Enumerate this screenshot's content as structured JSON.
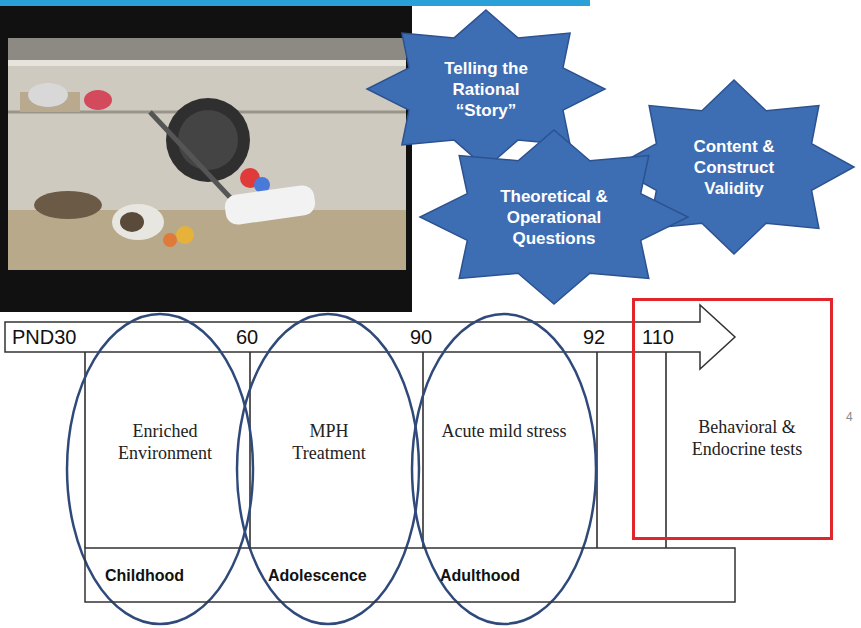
{
  "diagram": {
    "nodes": [
      {
        "text": [
          "Telling the Rational “Story”"
        ]
      },
      {
        "text": [
          "Content & Construct Validity"
        ]
      },
      {
        "text": [
          "Theoretical & Operational Questions"
        ]
      },
      {
        "text": [
          "PND30",
          "60",
          "90",
          "92",
          "110"
        ]
      },
      {
        "text": [
          "Enriched Environment"
        ]
      },
      {
        "text": [
          "MPH Treatment"
        ]
      },
      {
        "text": [
          "Acute mild stress"
        ]
      },
      {
        "text": [
          "Behavioral & Endocrine tests"
        ]
      },
      {
        "text": [
          "Childhood",
          "Adolescence",
          "Adulthood"
        ]
      }
    ],
    "labels": [
      "4"
    ]
  }
}
